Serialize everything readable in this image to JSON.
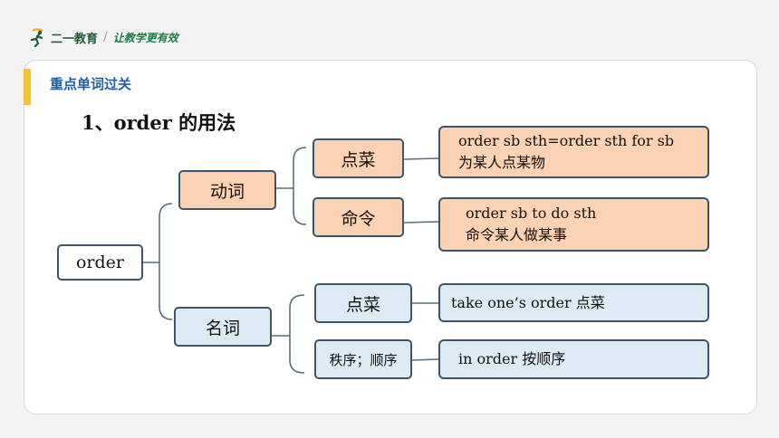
{
  "header": {
    "brand_name": "二一教育",
    "separator": "/",
    "slogan": "让教学更有效"
  },
  "section_title": "重点单词过关",
  "heading": "1、order 的用法",
  "diagram": {
    "root": "order",
    "verb": {
      "label": "动词",
      "senses": [
        {
          "label": "点菜",
          "lines": [
            "order sb sth=order sth for sb",
            "为某人点某物"
          ]
        },
        {
          "label": "命令",
          "lines": [
            "order sb to do sth",
            "命令某人做某事"
          ]
        }
      ]
    },
    "noun": {
      "label": "名词",
      "senses": [
        {
          "label": "点菜",
          "lines": [
            "take one’s order 点菜"
          ]
        },
        {
          "label": "秩序；顺序",
          "lines": [
            "in order 按顺序"
          ]
        }
      ]
    }
  },
  "colors": {
    "orange_fill": "#fbd2b4",
    "blue_fill": "#dbeaf3",
    "border": "#3f5468",
    "accent": "#f6c330",
    "title_blue": "#1f5fa0"
  }
}
